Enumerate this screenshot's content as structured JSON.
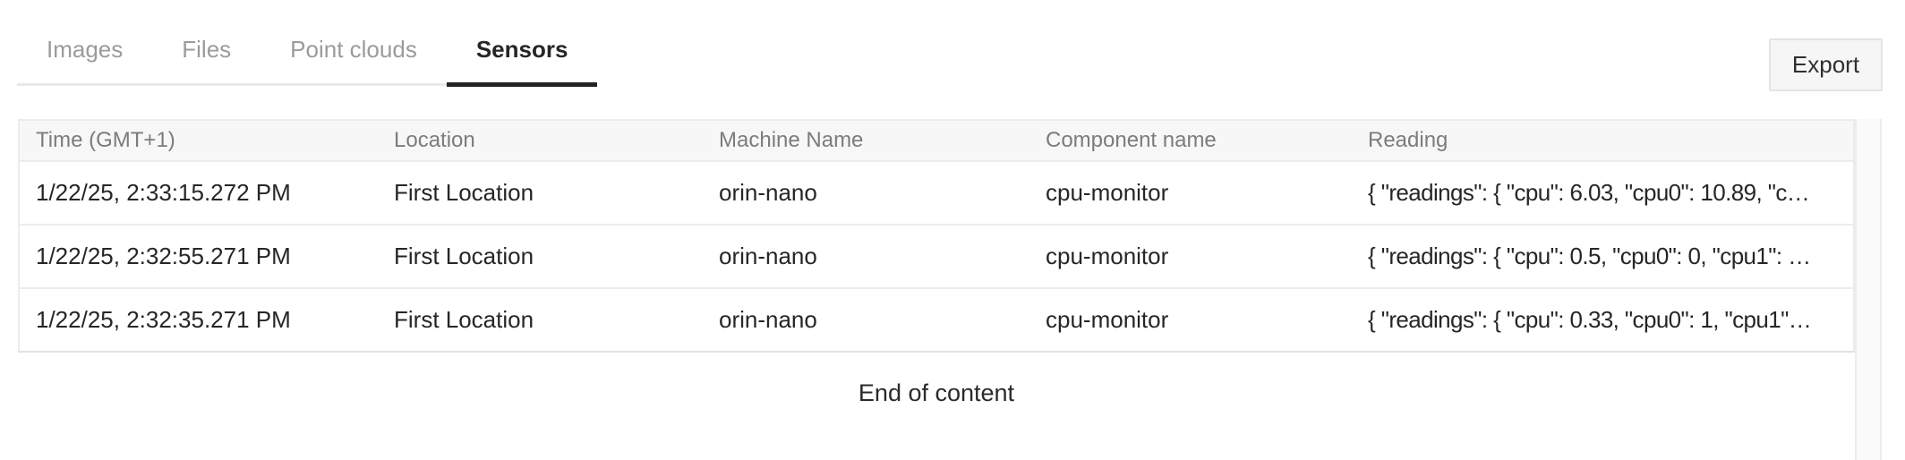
{
  "tabs": {
    "items": [
      {
        "label": "Images",
        "active": false
      },
      {
        "label": "Files",
        "active": false
      },
      {
        "label": "Point clouds",
        "active": false
      },
      {
        "label": "Sensors",
        "active": true
      }
    ]
  },
  "toolbar": {
    "export_label": "Export"
  },
  "table": {
    "columns": [
      "Time (GMT+1)",
      "Location",
      "Machine Name",
      "Component name",
      "Reading"
    ],
    "rows": [
      {
        "time": "1/22/25, 2:33:15.272 PM",
        "location": "First Location",
        "machine": "orin-nano",
        "component": "cpu-monitor",
        "reading": "{ \"readings\": { \"cpu\": 6.03, \"cpu0\": 10.89, \"c…"
      },
      {
        "time": "1/22/25, 2:32:55.271 PM",
        "location": "First Location",
        "machine": "orin-nano",
        "component": "cpu-monitor",
        "reading": "{ \"readings\": { \"cpu\": 0.5, \"cpu0\": 0, \"cpu1\": …"
      },
      {
        "time": "1/22/25, 2:32:35.271 PM",
        "location": "First Location",
        "machine": "orin-nano",
        "component": "cpu-monitor",
        "reading": "{ \"readings\": { \"cpu\": 0.33, \"cpu0\": 1, \"cpu1\"…"
      }
    ],
    "end_message": "End of content"
  },
  "colors": {
    "active_tab_underline": "#232323",
    "inactive_tab_text": "#9b9b9b",
    "primary_text": "#262626",
    "muted_header_text": "#7c7c7c",
    "table_header_bg": "#f7f7f8",
    "table_border": "#eaecee",
    "button_bg": "#f6f6f6",
    "button_border": "#e3e3e3",
    "scrollbar_track_bg": "#fafafa"
  }
}
